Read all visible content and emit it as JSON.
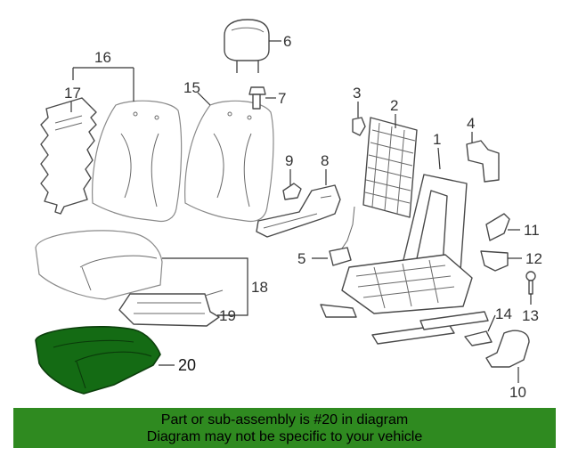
{
  "callouts": [
    {
      "id": "1",
      "label": "1"
    },
    {
      "id": "2",
      "label": "2"
    },
    {
      "id": "3",
      "label": "3"
    },
    {
      "id": "4",
      "label": "4"
    },
    {
      "id": "5",
      "label": "5"
    },
    {
      "id": "6",
      "label": "6"
    },
    {
      "id": "7",
      "label": "7"
    },
    {
      "id": "8",
      "label": "8"
    },
    {
      "id": "9",
      "label": "9"
    },
    {
      "id": "10",
      "label": "10"
    },
    {
      "id": "11",
      "label": "11"
    },
    {
      "id": "12",
      "label": "12"
    },
    {
      "id": "13",
      "label": "13"
    },
    {
      "id": "14",
      "label": "14"
    },
    {
      "id": "15",
      "label": "15"
    },
    {
      "id": "16",
      "label": "16"
    },
    {
      "id": "17",
      "label": "17"
    },
    {
      "id": "18",
      "label": "18"
    },
    {
      "id": "19",
      "label": "19"
    },
    {
      "id": "20",
      "label": "20"
    }
  ],
  "highlighted_part": "20",
  "colors": {
    "highlight": "#146b14",
    "banner": "#2f8a20"
  },
  "banner": {
    "line1": "Part or sub-assembly is #20 in diagram",
    "line2": "Diagram may not be specific to your vehicle"
  }
}
